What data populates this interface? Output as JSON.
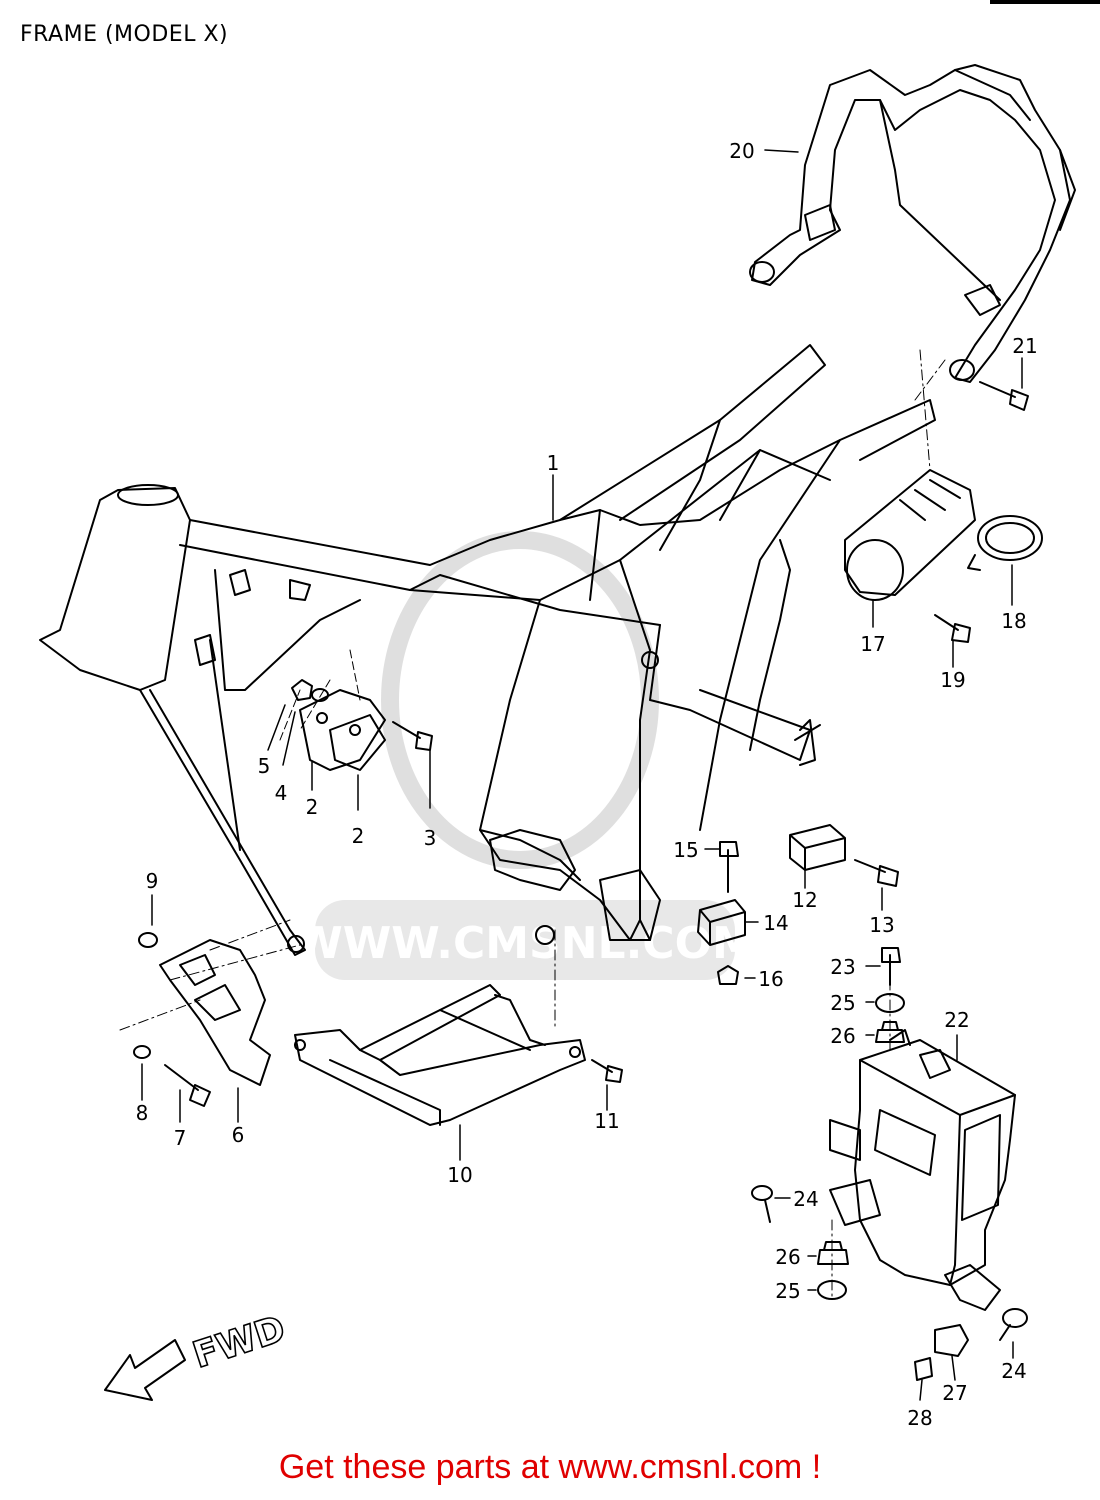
{
  "title": "FRAME (MODEL X)",
  "footer": "Get these parts at www.cmsnl.com !",
  "watermark": "WWW.CMSNL.COM",
  "direction_label": "FWD",
  "callouts": {
    "c1": "1",
    "c2a": "2",
    "c2b": "2",
    "c3": "3",
    "c4": "4",
    "c5": "5",
    "c6": "6",
    "c7": "7",
    "c8": "8",
    "c9": "9",
    "c10": "10",
    "c11": "11",
    "c12": "12",
    "c13": "13",
    "c14": "14",
    "c15": "15",
    "c16": "16",
    "c17": "17",
    "c18": "18",
    "c19": "19",
    "c20": "20",
    "c21": "21",
    "c22": "22",
    "c23": "23",
    "c24a": "24",
    "c24b": "24",
    "c25a": "25",
    "c25b": "25",
    "c26a": "26",
    "c26b": "26",
    "c27": "27",
    "c28": "28"
  },
  "colors": {
    "line": "#000000",
    "footer": "#e00000",
    "watermark": "#d9d9d9"
  }
}
